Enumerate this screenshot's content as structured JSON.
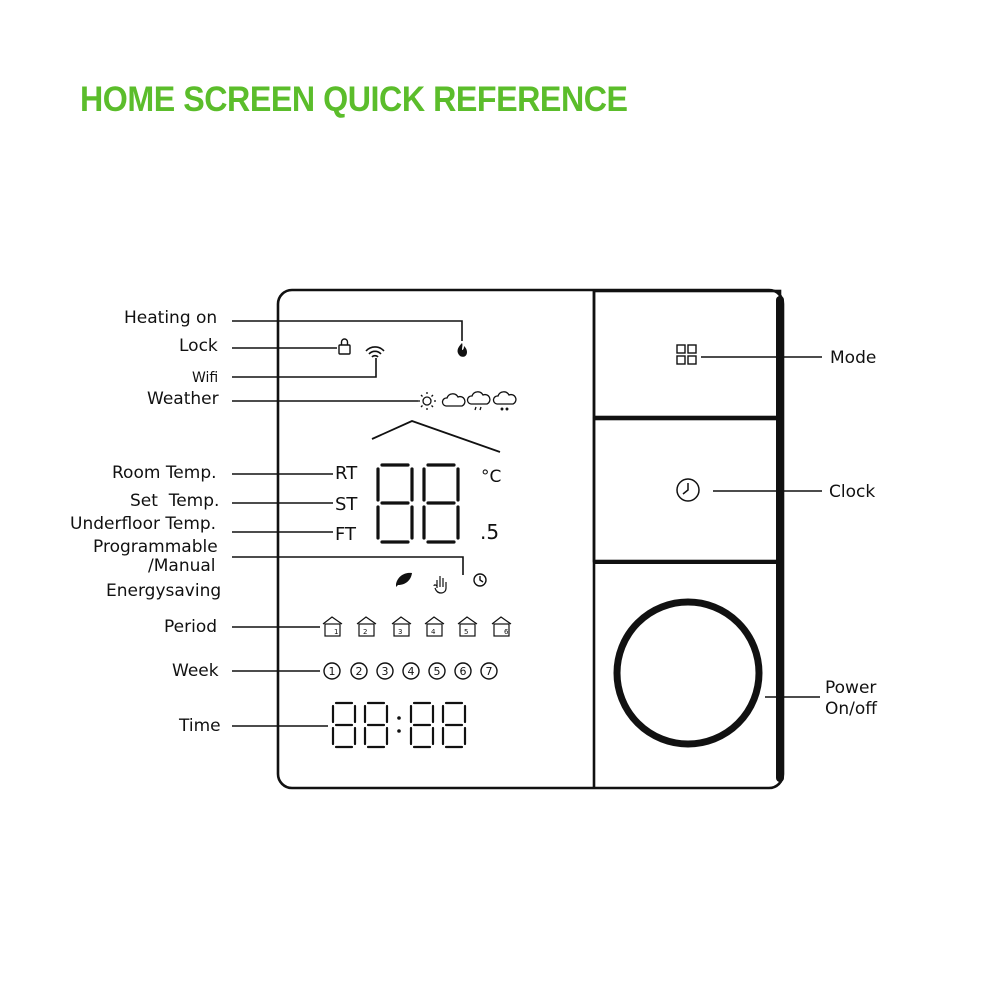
{
  "title": "HOME SCREEN QUICK REFERENCE",
  "colors": {
    "title": "#5bbd2b",
    "lines": "#111111"
  },
  "labels": {
    "heating_on": "Heating on",
    "lock": "Lock",
    "wifi": "Wifi",
    "weather": "Weather",
    "room_temp": "Room Temp.",
    "set_temp": "Set  Temp.",
    "underfloor_temp": "Underfloor Temp.",
    "programmable": "Programmable",
    "manual": "/Manual",
    "energysaving": "Energysaving",
    "period": "Period",
    "week": "Week",
    "time": "Time",
    "mode": "Mode",
    "clock": "Clock",
    "power": "Power",
    "on_off": "On/off"
  },
  "display": {
    "rt": "RT",
    "st": "ST",
    "ft": "FT",
    "unit": "°C",
    "decimal": ".5",
    "week_days": [
      "1",
      "2",
      "3",
      "4",
      "5",
      "6",
      "7"
    ],
    "period_numbers": [
      "1",
      "2",
      "3",
      "4",
      "5",
      "6"
    ]
  },
  "icons": {
    "heating": "flame-icon",
    "lock": "lock-icon",
    "wifi": "wifi-icon",
    "weather": [
      "sun-icon",
      "cloud-icon",
      "rain-cloud-icon",
      "snow-cloud-icon"
    ],
    "energy": "leaf-icon",
    "manual": "hand-icon",
    "program": "clock-icon",
    "mode": "mode-grid-icon",
    "clock_button": "clock-icon",
    "power": "power-ring-icon"
  }
}
